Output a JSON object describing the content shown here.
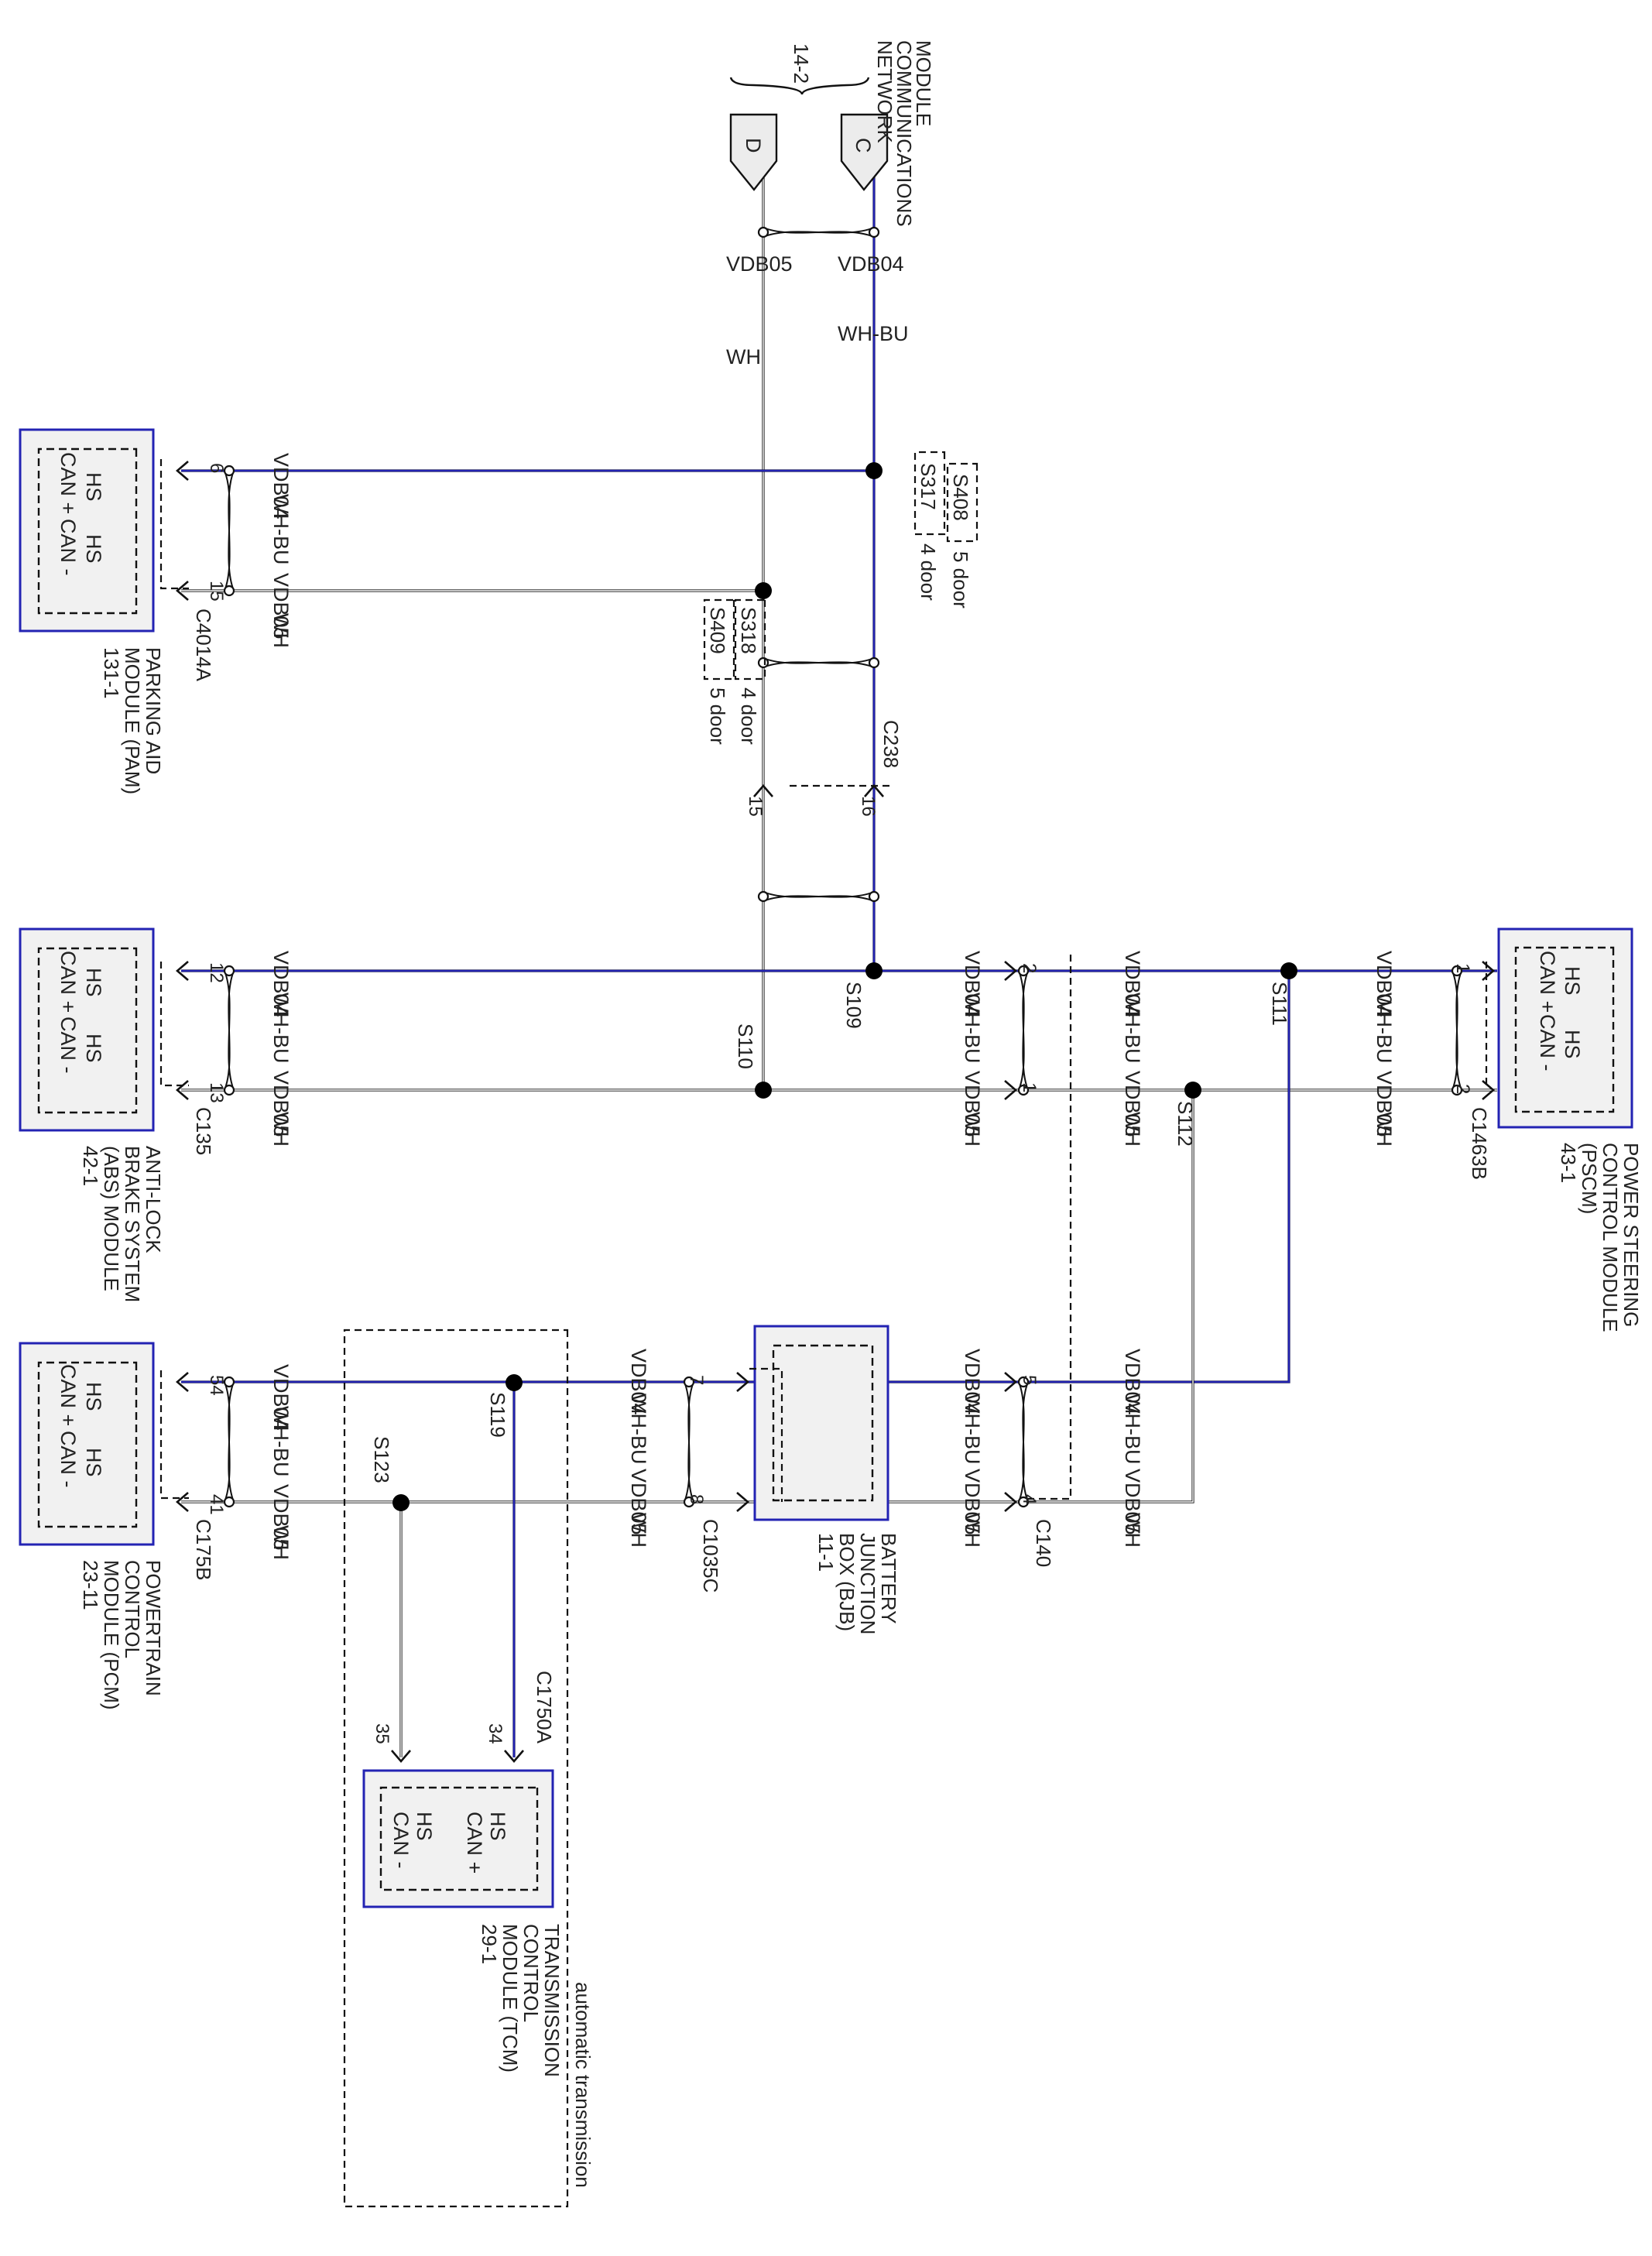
{
  "network": {
    "title": [
      "MODULE",
      "COMMUNICATIONS",
      "NETWORK"
    ],
    "page_ref": "14-2",
    "flags": [
      "D",
      "C"
    ]
  },
  "circuits": {
    "can_high": {
      "circuit": "VDB04",
      "color": "WH-BU"
    },
    "can_low": {
      "circuit": "VDB05",
      "color": "WH"
    }
  },
  "signals": {
    "can_high": "HS CAN +",
    "can_low": "HS CAN -",
    "hs": "HS",
    "canp": "CAN +",
    "canm": "CAN -"
  },
  "modules": {
    "pam": {
      "name": [
        "PARKING AID",
        "MODULE (PAM)"
      ],
      "ref": "131-1",
      "connector": "C4014A",
      "pins": [
        "6",
        "15"
      ]
    },
    "abs": {
      "name": [
        "ANTI-LOCK",
        "BRAKE SYSTEM",
        "(ABS) MODULE"
      ],
      "ref": "42-1",
      "connector": "C135",
      "pins": [
        "12",
        "13"
      ]
    },
    "pcm": {
      "name": [
        "POWERTRAIN",
        "CONTROL",
        "MODULE (PCM)"
      ],
      "ref": "23-11",
      "connector": "C175B",
      "pins": [
        "54",
        "41"
      ]
    },
    "pscm": {
      "name": [
        "POWER STEERING",
        "CONTROL MODULE",
        "(PSCM)"
      ],
      "ref": "43-1",
      "connector": "C1463B",
      "pins": [
        "1",
        "2"
      ]
    },
    "bjb": {
      "name": [
        "BATTERY",
        "JUNCTION",
        "BOX (BJB)"
      ],
      "ref": "11-1",
      "connector_in": "C140",
      "pins_in": [
        "5",
        "4"
      ],
      "connector_out": "C1035C",
      "pins_out": [
        "7",
        "8"
      ]
    },
    "tcm": {
      "name": [
        "TRANSMISSION",
        "CONTROL",
        "MODULE (TCM)"
      ],
      "ref": "29-1",
      "connector": "C1750A",
      "pins": [
        "34",
        "35"
      ]
    }
  },
  "connectors": {
    "c238": {
      "name": "C238",
      "pins": [
        "16",
        "15"
      ]
    }
  },
  "splices": {
    "s109": "S109",
    "s110": "S110",
    "s111": "S111",
    "s112": "S112",
    "s119": "S119",
    "s123": "S123",
    "s317": "S317",
    "s408": "S408",
    "s318": "S318",
    "s409": "S409"
  },
  "options": {
    "four_door": "4 door",
    "five_door": "5 door",
    "auto_trans": "automatic transmission"
  },
  "colors": {
    "wire_black": "#111111",
    "wire_blue": "#2323b3",
    "module_border": "#2323b3",
    "module_fill": "#f1f1f1"
  }
}
